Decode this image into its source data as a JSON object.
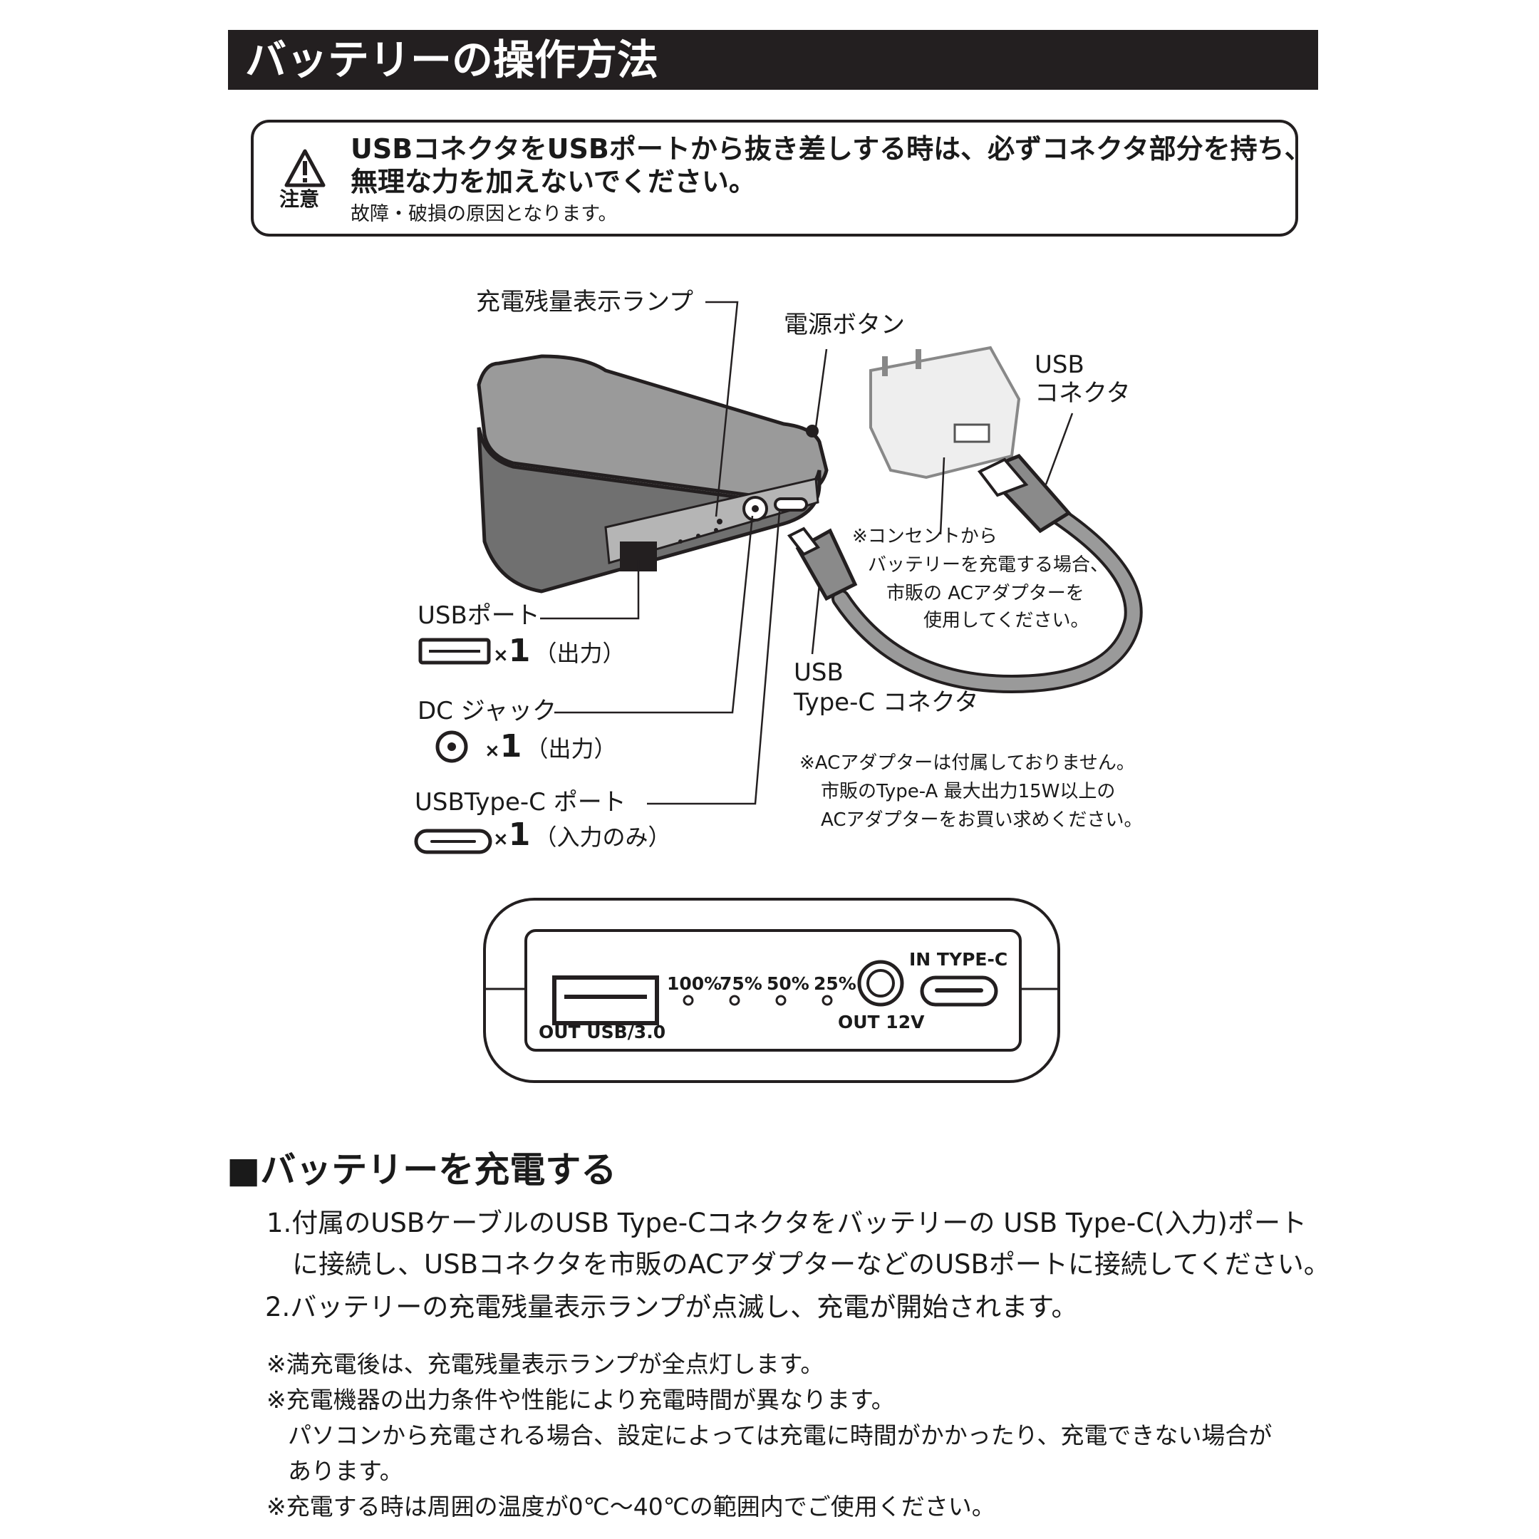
{
  "header": {
    "title": "バッテリーの操作方法"
  },
  "caution": {
    "label": "注意",
    "line1": "USBコネクタをUSBポートから抜き差しする時は、必ずコネクタ部分を持ち、",
    "line2": "無理な力を加えないでください。",
    "sub": "故障・破損の原因となります。"
  },
  "diagram": {
    "labels": {
      "charge_lamp": "充電残量表示ランプ",
      "power_button": "電源ボタン",
      "usb_connector_1": "USB",
      "usb_connector_2": "コネクタ",
      "usb_port": "USBポート",
      "dc_jack": "DC ジャック",
      "typec_port": "USBType-C ポート",
      "typec_connector_1": "USB",
      "typec_connector_2": "Type-C コネクタ"
    },
    "counts": {
      "usb_port": {
        "x": "×",
        "n": "1",
        "paren": "（出力）"
      },
      "dc_jack": {
        "x": "×",
        "n": "1",
        "paren": "（出力）"
      },
      "typec_port": {
        "x": "×",
        "n": "1",
        "paren": "（入力のみ）"
      }
    },
    "outlet_note": [
      "※コンセントから",
      "バッテリーを充電する場合、",
      "市販の ACアダプターを",
      "使用してください。"
    ],
    "adapter_note": [
      "※ACアダプターは付属しておりません。",
      "市販のType-A 最大出力15W以上の",
      "ACアダプターをお買い求めください。"
    ]
  },
  "panel": {
    "out_usb": "OUT USB/3.0",
    "levels": [
      "100%",
      "75%",
      "50%",
      "25%"
    ],
    "out_12v": "OUT 12V",
    "in_typec": "IN TYPE-C"
  },
  "charging": {
    "title": "■バッテリーを充電する",
    "steps": [
      "1.付属のUSBケーブルのUSB Type-Cコネクタをバッテリーの USB Type-C(入力)ポート",
      "に接続し、USBコネクタを市販のACアダプターなどのUSBポートに接続してください。",
      "2.バッテリーの充電残量表示ランプが点滅し、充電が開始されます。"
    ],
    "notes": [
      "※満充電後は、充電残量表示ランプが全点灯します。",
      "※充電機器の出力条件や性能により充電時間が異なります。",
      "パソコンから充電される場合、設定によっては充電に時間がかかったり、充電できない場合が",
      "あります。",
      "※充電する時は周囲の温度が0℃～40℃の範囲内でご使用ください。"
    ]
  },
  "colors": {
    "dark": "#231f20",
    "device_gray": "#9a9a9a",
    "device_dark": "#5a5a5a"
  }
}
